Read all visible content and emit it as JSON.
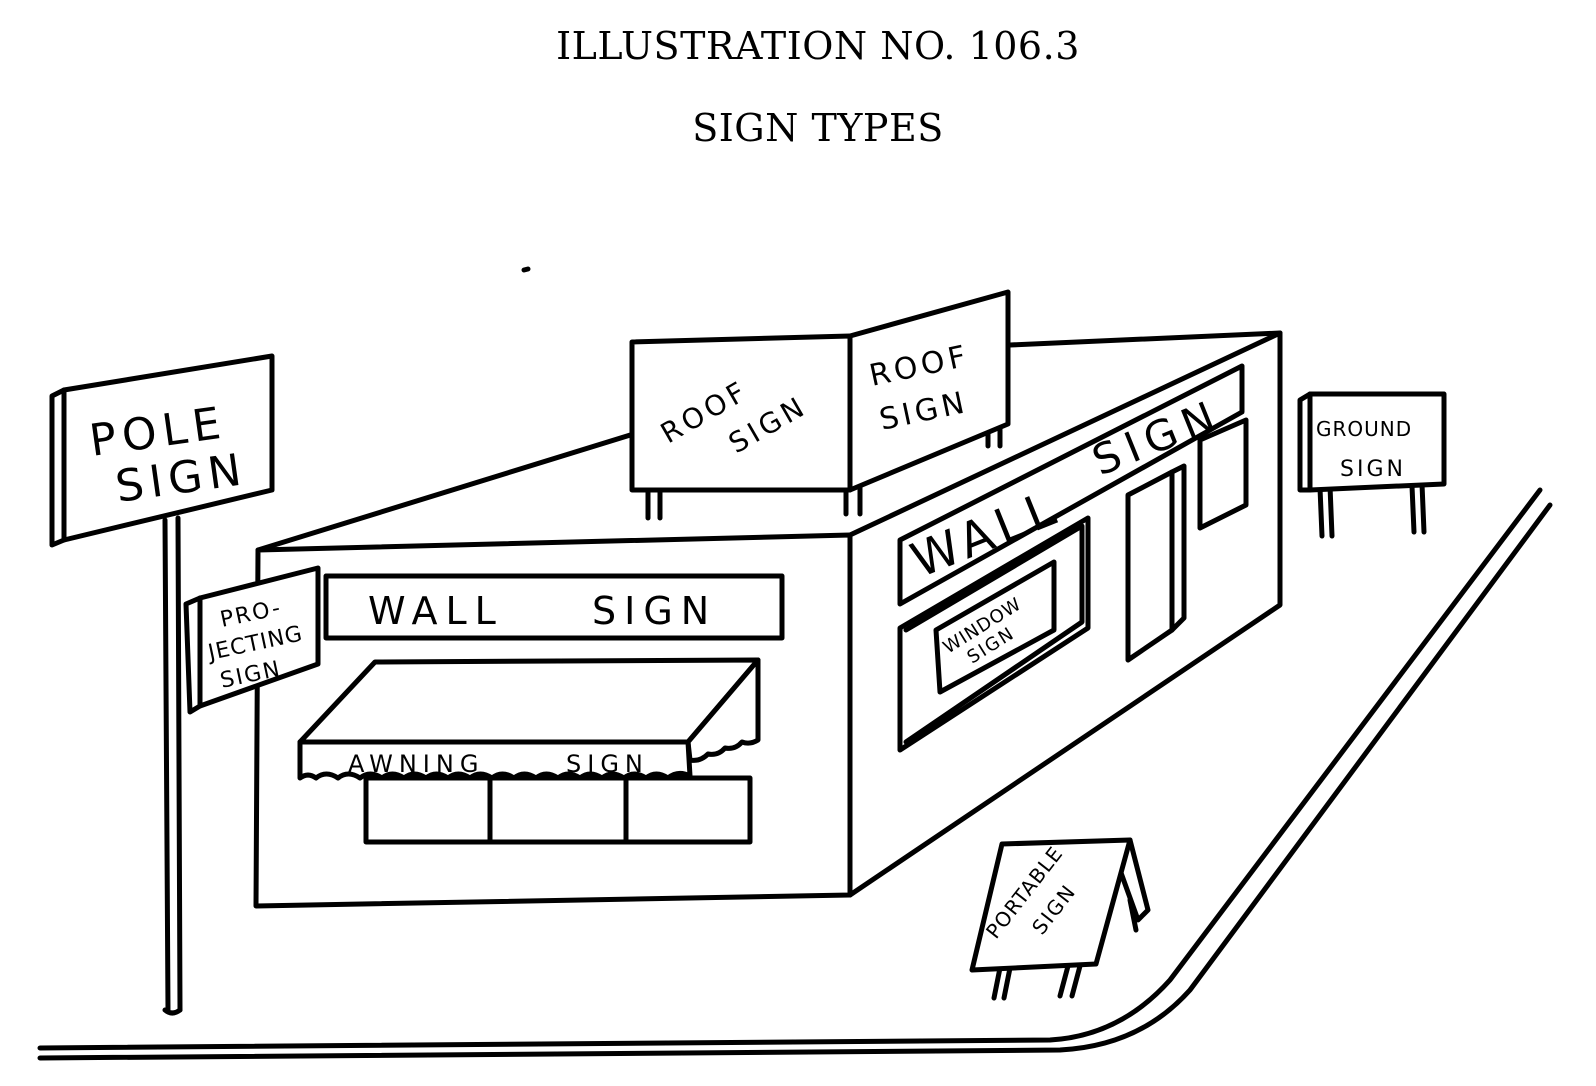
{
  "header": {
    "illustration": "ILLUSTRATION NO. 106.3",
    "subtitle": "SIGN TYPES"
  },
  "signs": {
    "pole": [
      "POLE",
      "SIGN"
    ],
    "projecting": [
      "PRO-",
      "JECTING",
      "SIGN"
    ],
    "wall_front": [
      "WALL",
      "SIGN"
    ],
    "awning": [
      "AWNING",
      "SIGN"
    ],
    "roof_left": [
      "ROOF",
      "SIGN"
    ],
    "roof_right": [
      "ROOF",
      "SIGN"
    ],
    "wall_side": [
      "WALL",
      "SIGN"
    ],
    "window": [
      "WINDOW",
      "SIGN"
    ],
    "ground": [
      "GROUND",
      "SIGN"
    ],
    "portable": [
      "PORTABLE",
      "SIGN"
    ]
  }
}
